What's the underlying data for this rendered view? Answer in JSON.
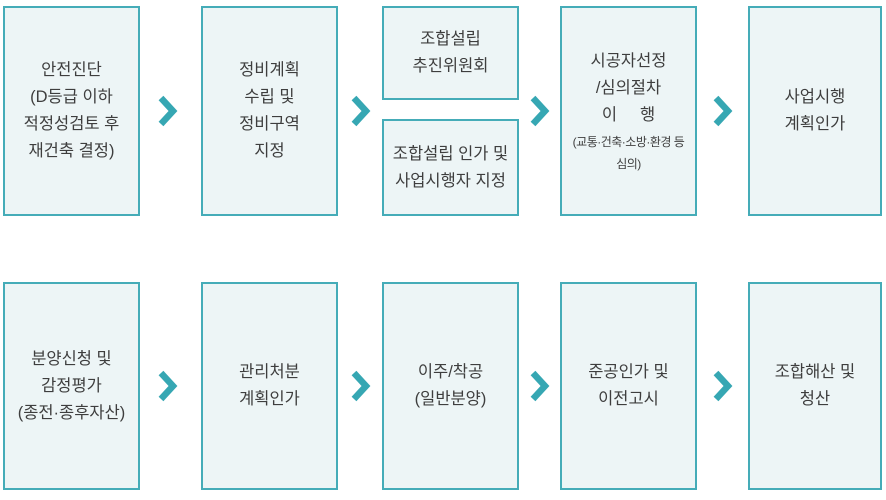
{
  "palette": {
    "box_fill": "#edf5f6",
    "box_border": "#45acb8",
    "arrow": "#36a7b3",
    "text": "#3e3e3e",
    "page_bg": "#ffffff"
  },
  "diagram": {
    "type": "process-flowchart",
    "rows": 2,
    "steps_per_row": 5
  },
  "steps": {
    "row1": {
      "s1": {
        "text": "안전진단\n(D등급 이하\n적정성검토 후\n재건축 결정)"
      },
      "s2": {
        "text": "정비계획\n수립 및\n정비구역\n지정"
      },
      "s3a": {
        "text": "조합설립\n추진위원회"
      },
      "s3b": {
        "text": "조합설립 인가 및\n사업시행자 지정"
      },
      "s4": {
        "text": "시공자선정\n/심의절차\n이     행",
        "note": "(교통·건축·소방·환경 등\n심의)"
      },
      "s5": {
        "text": "사업시행\n계획인가"
      }
    },
    "row2": {
      "s1": {
        "text": "분양신청 및\n감정평가\n(종전·종후자산)"
      },
      "s2": {
        "text": "관리처분\n계획인가"
      },
      "s3": {
        "text": "이주/착공\n(일반분양)"
      },
      "s4": {
        "text": "준공인가 및\n이전고시"
      },
      "s5": {
        "text": "조합해산 및\n청산"
      }
    }
  }
}
